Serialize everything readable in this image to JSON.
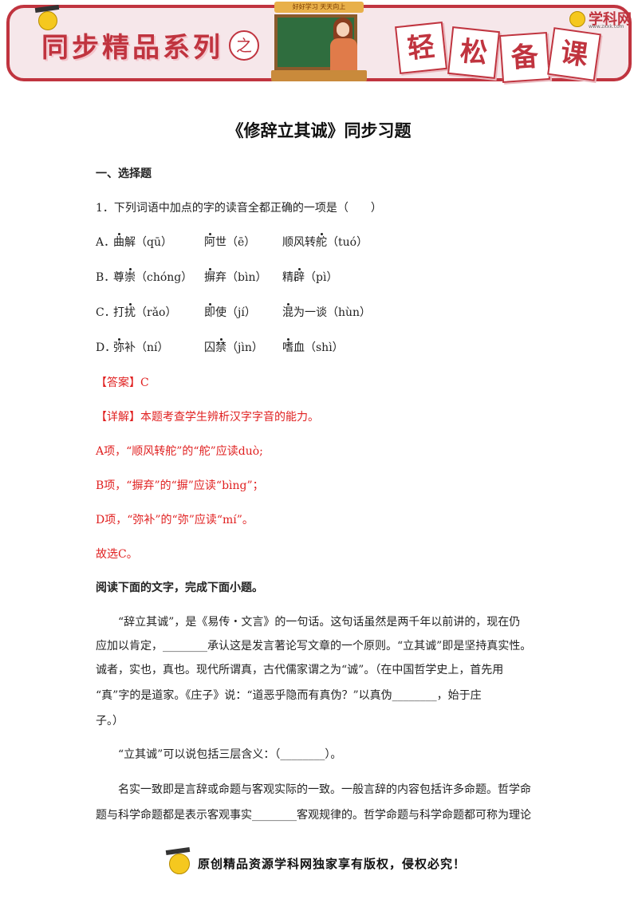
{
  "header": {
    "series_title": "同步精品系列",
    "zhi": "之",
    "board_caption": "好好学习 天天向上",
    "relax_chars": [
      "轻",
      "松",
      "备",
      "课"
    ],
    "logo_text": "学科网",
    "logo_url": "www.zxxk.com"
  },
  "title": "《修辞立其诚》同步习题",
  "section1": "一、选择题",
  "q1": {
    "stem": "1．下列词语中加点的字的读音全都正确的一项是（　　）",
    "options": [
      {
        "label": "A．",
        "items": [
          {
            "pre": "",
            "dot": "曲",
            "post": "解（qū）"
          },
          {
            "pre": "",
            "dot": "阿",
            "post": "世（ē）"
          },
          {
            "pre": "顺风转",
            "dot": "舵",
            "post": "（tuó）"
          }
        ]
      },
      {
        "label": "B．",
        "items": [
          {
            "pre": "尊",
            "dot": "崇",
            "post": "（chóng）"
          },
          {
            "pre": "",
            "dot": "摒",
            "post": "弃（bìn）"
          },
          {
            "pre": "精",
            "dot": "辟",
            "post": "（pì）"
          }
        ]
      },
      {
        "label": "C．",
        "items": [
          {
            "pre": "打",
            "dot": "扰",
            "post": "（rǎo）"
          },
          {
            "pre": "",
            "dot": "即",
            "post": "使（jí）"
          },
          {
            "pre": "",
            "dot": "混",
            "post": "为一谈（hùn）"
          }
        ]
      },
      {
        "label": "D．",
        "items": [
          {
            "pre": "",
            "dot": "弥",
            "post": "补（ní）"
          },
          {
            "pre": "囚",
            "dot": "禁",
            "post": "（jìn）"
          },
          {
            "pre": "",
            "dot": "嗜",
            "post": "血（shì）"
          }
        ]
      }
    ]
  },
  "answer": "【答案】C",
  "detail": "【详解】本题考查学生辨析汉字字音的能力。",
  "explain": [
    "A项，“顺风转舵”的“舵”应读duò;",
    "B项，“摒弃”的“摒”应读“bìng”；",
    "D项，“弥补”的“弥”应读“mí”。",
    "故选C。"
  ],
  "reading_heading": "阅读下面的文字，完成下面小题。",
  "passage": [
    "　　“辞立其诚”，是《易传・文言》的一句话。这句话虽然是两千年以前讲的，现在仍",
    "应加以肯定，________承认这是发言著论写文章的一个原则。“立其诚”即是坚持真实性。",
    "诚者，实也，真也。现代所谓真，古代儒家谓之为“诚”。（在中国哲学史上，首先用",
    "“真”字的是道家。《庄子》说：“道恶乎隐而有真伪？”以真伪________，始于庄",
    "子。）",
    "　　“立其诚”可以说包括三层含义：（________）。",
    "　　名实一致即是言辞或命题与客观实际的一致。一般言辞的内容包括许多命题。哲学命",
    "题与科学命题都是表示客观事实________客观规律的。哲学命题与科学命题都可称为理论"
  ],
  "footer": "原创精品资源学科网独家享有版权，侵权必究！",
  "colors": {
    "accent": "#c0343f",
    "answer_red": "#e02020"
  }
}
